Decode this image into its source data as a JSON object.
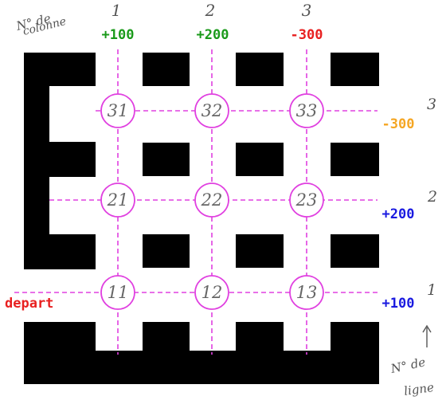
{
  "annotations": {
    "column_header_line1": "N° de",
    "column_header_line2": "colonne",
    "row_header_line1": "N° de",
    "row_header_line2": "ligne"
  },
  "columns": [
    {
      "number": "1",
      "value": "+100",
      "color": "#1a9a1a"
    },
    {
      "number": "2",
      "value": "+200",
      "color": "#1a9a1a"
    },
    {
      "number": "3",
      "value": "-300",
      "color": "#e82020"
    }
  ],
  "rows": [
    {
      "number": "3",
      "value": "-300",
      "color": "#f5a623"
    },
    {
      "number": "2",
      "value": "+200",
      "color": "#1a1ae0"
    },
    {
      "number": "1",
      "value": "+100",
      "color": "#1a1ae0"
    }
  ],
  "start_label": "depart",
  "start_color": "#e82020",
  "grid_color": "#e040e0",
  "wall_color": "#000000",
  "nodes": [
    [
      "31",
      "32",
      "33"
    ],
    [
      "21",
      "22",
      "23"
    ],
    [
      "11",
      "12",
      "13"
    ]
  ]
}
